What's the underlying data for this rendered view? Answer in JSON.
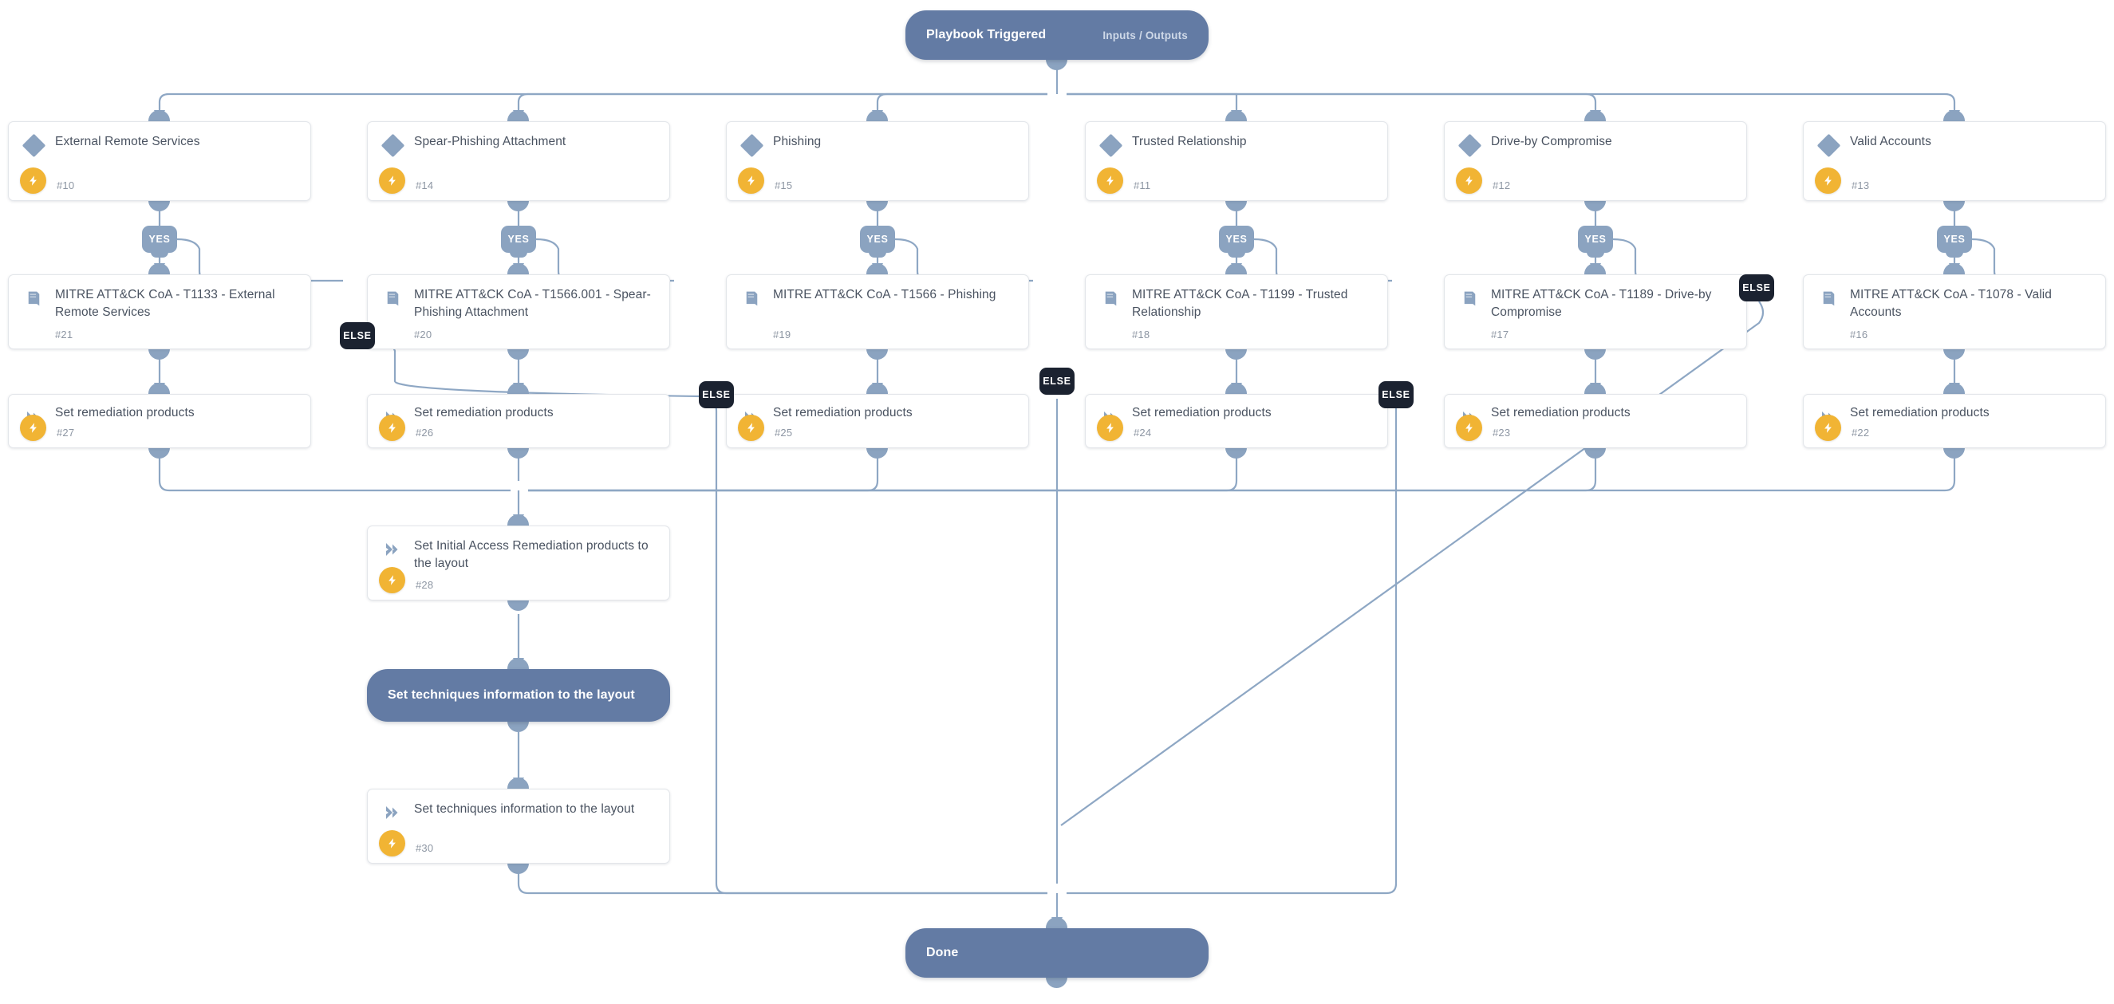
{
  "trigger": {
    "label": "Playbook Triggered",
    "sub": "Inputs / Outputs",
    "icon": "playbook-trigger-icon"
  },
  "done": {
    "label": "Done"
  },
  "section_pill": {
    "label": "Set techniques information to the layout"
  },
  "branch_labels": {
    "yes": "YES",
    "else": "ELSE"
  },
  "icons": {
    "condition": "diamond-icon",
    "action": "chevron-right-icon",
    "coa": "book-icon",
    "automation": "lightning-bolt-icon"
  },
  "colors": {
    "pill": "#637ba4",
    "accent_blue": "#8ba3c0",
    "badge_else": "#1b2230",
    "bolt_orange": "#f1b434",
    "wire": "#8ea7c4",
    "card_bg": "#ffffff",
    "card_border": "#e3e6ea",
    "title_text": "#4a5361",
    "id_text": "#8d96a3"
  },
  "columns": [
    {
      "condition": {
        "title": "External Remote Services",
        "id": "#10"
      },
      "coa": {
        "title": "MITRE ATT&CK CoA - T1133 - External Remote Services",
        "id": "#21"
      },
      "remediation": {
        "title": "Set remediation products",
        "id": "#27"
      }
    },
    {
      "condition": {
        "title": "Spear-Phishing Attachment",
        "id": "#14"
      },
      "coa": {
        "title": "MITRE ATT&CK CoA - T1566.001 - Spear-Phishing Attachment",
        "id": "#20"
      },
      "remediation": {
        "title": "Set remediation products",
        "id": "#26"
      }
    },
    {
      "condition": {
        "title": "Phishing",
        "id": "#15"
      },
      "coa": {
        "title": "MITRE ATT&CK CoA - T1566 - Phishing",
        "id": "#19"
      },
      "remediation": {
        "title": "Set remediation products",
        "id": "#25"
      }
    },
    {
      "condition": {
        "title": "Trusted Relationship",
        "id": "#11"
      },
      "coa": {
        "title": "MITRE ATT&CK CoA - T1199 - Trusted Relationship",
        "id": "#18"
      },
      "remediation": {
        "title": "Set remediation products",
        "id": "#24"
      }
    },
    {
      "condition": {
        "title": "Drive-by Compromise",
        "id": "#12"
      },
      "coa": {
        "title": "MITRE ATT&CK CoA - T1189 - Drive-by Compromise",
        "id": "#17"
      },
      "remediation": {
        "title": "Set remediation products",
        "id": "#23"
      }
    },
    {
      "condition": {
        "title": "Valid Accounts",
        "id": "#13"
      },
      "coa": {
        "title": "MITRE ATT&CK CoA - T1078 - Valid Accounts",
        "id": "#16"
      },
      "remediation": {
        "title": "Set remediation products",
        "id": "#22"
      }
    }
  ],
  "tail_nodes": [
    {
      "title": "Set Initial Access Remediation products to the layout",
      "id": "#28"
    },
    {
      "title": "Set techniques information to the layout",
      "id": "#30"
    }
  ]
}
